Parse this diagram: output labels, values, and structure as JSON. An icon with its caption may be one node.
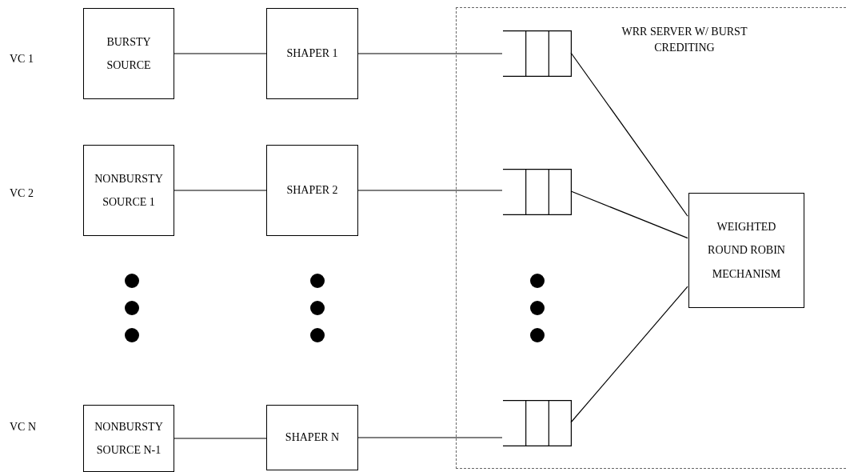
{
  "diagram": {
    "nodes": [
      {
        "text": [
          "BURSTY SOURCE"
        ]
      },
      {
        "text": [
          "SHAPER 1"
        ]
      },
      {
        "text": [
          "WRR SERVER W/ BURST CREDITING"
        ]
      },
      {
        "text": [],
        "shape": "queue",
        "in": 2
      },
      {
        "text": [
          "NONBURSTY SOURCE 1"
        ]
      },
      {
        "text": [
          "SHAPER 2"
        ]
      },
      {
        "text": [],
        "shape": "queue",
        "in": 2
      },
      {
        "text": [
          "WEIGHTED ROUND ROBIN MECHANISM"
        ],
        "in": 2
      },
      {
        "text": [
          "NONBURSTY SOURCE N-1"
        ]
      },
      {
        "text": [
          "SHAPER N"
        ]
      },
      {
        "text": [],
        "shape": "queue",
        "in": 2
      }
    ],
    "edges": [
      {
        "from": 0,
        "to": 1,
        "arrow": "none"
      },
      {
        "from": 1,
        "to": 3,
        "arrow": "none"
      },
      {
        "from": 4,
        "to": 5,
        "arrow": "none"
      },
      {
        "from": 5,
        "to": 6,
        "arrow": "none"
      },
      {
        "from": 8,
        "to": 9,
        "arrow": "none"
      },
      {
        "from": 9,
        "to": 10,
        "arrow": "none"
      },
      {
        "from": 3,
        "to": 7,
        "arrow": "none"
      },
      {
        "from": 6,
        "to": 7,
        "arrow": "none"
      },
      {
        "from": 10,
        "to": 7,
        "arrow": "none"
      }
    ],
    "labels": [
      "VC 1",
      "VC 2",
      "VC N"
    ]
  }
}
